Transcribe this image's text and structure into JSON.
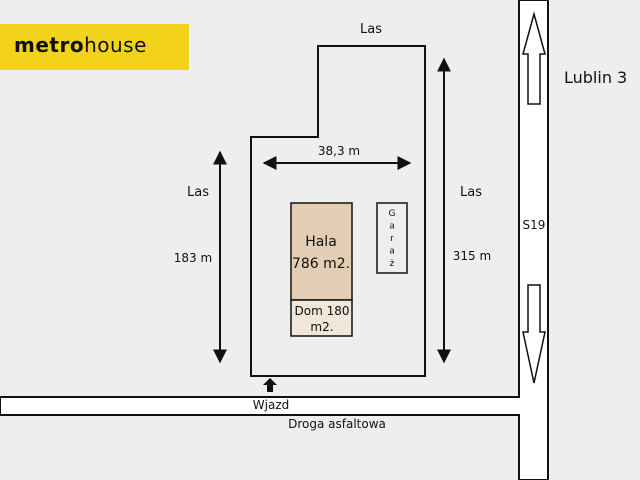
{
  "logo": {
    "brand_bold": "metro",
    "brand_mark": "o",
    "brand_regular": "house",
    "bg_color": "#f2d21b"
  },
  "labels": {
    "forest_top": "Las",
    "forest_left": "Las",
    "forest_right": "Las",
    "road_name": "Lublin 3",
    "expressway": "S19",
    "width_dim": "38,3 m",
    "left_dim": "183 m",
    "right_dim": "315 m",
    "entrance": "Wjazd",
    "asphalt_road": "Droga asfaltowa"
  },
  "buildings": {
    "hall_name": "Hala",
    "hall_area": "786 m2.",
    "house_line1": "Dom 180",
    "house_line2": "m2.",
    "garage_letters": [
      "G",
      "a",
      "r",
      "a",
      "ż"
    ]
  },
  "colors": {
    "hall_fill": "#e3cdb4",
    "house_fill": "#f0e6da",
    "road_fill": "#ffffff",
    "outline": "#111111"
  },
  "icons": {
    "arrow_up": "arrow-up-icon",
    "arrow_down": "arrow-down-icon",
    "entrance_arrow": "entrance-arrow-icon"
  }
}
